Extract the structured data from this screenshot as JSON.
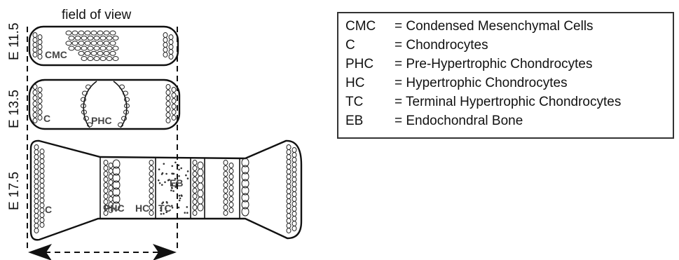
{
  "diagram": {
    "field_of_view": "field of view",
    "stages": [
      "E 11.5",
      "E 13.5",
      "E 17.5"
    ],
    "tags": {
      "cmc": "CMC",
      "c_e135": "C",
      "phc_e135": "PHC",
      "c_e175": "C",
      "phc_e175": "PHC",
      "hc_e175": "HC",
      "tc_e175": "TC",
      "eb_e175": "EB"
    }
  },
  "legend": {
    "entries": [
      {
        "abbr": "CMC",
        "definition": "= Condensed Mesenchymal Cells"
      },
      {
        "abbr": "C",
        "definition": "= Chondrocytes"
      },
      {
        "abbr": "PHC",
        "definition": "= Pre-Hypertrophic Chondrocytes"
      },
      {
        "abbr": "HC",
        "definition": "= Hypertrophic Chondrocytes"
      },
      {
        "abbr": "TC",
        "definition": "= Terminal Hypertrophic Chondrocytes"
      },
      {
        "abbr": "EB",
        "definition": "= Endochondral Bone"
      }
    ]
  }
}
